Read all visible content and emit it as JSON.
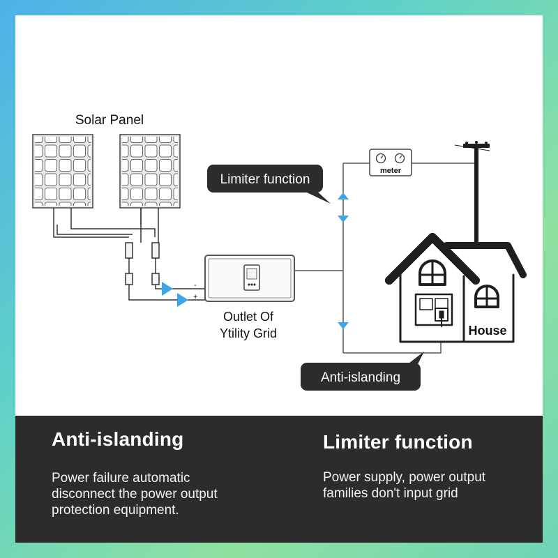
{
  "diagram": {
    "solar_panel_label": "Solar Panel",
    "limiter_callout": "Limiter function",
    "anti_islanding_callout": "Anti-islanding",
    "meter_label": "meter",
    "inverter_caption_line1": "Outlet Of",
    "inverter_caption_line2": "Ytility Grid",
    "house_label": "House",
    "minus_sign": "-",
    "plus_sign": "+"
  },
  "features": {
    "anti_islanding": {
      "title": "Anti-islanding",
      "desc_line1": "Power failure automatic",
      "desc_line2": "disconnect the power output",
      "desc_line3": "protection equipment."
    },
    "limiter": {
      "title": "Limiter function",
      "desc_line1": "Power supply, power output",
      "desc_line2": "families don't input grid"
    }
  },
  "colors": {
    "arrow_blue": "#3ba6e6",
    "callout_bg": "#2d2b2c",
    "panel_bg": "#2d2b2c"
  }
}
